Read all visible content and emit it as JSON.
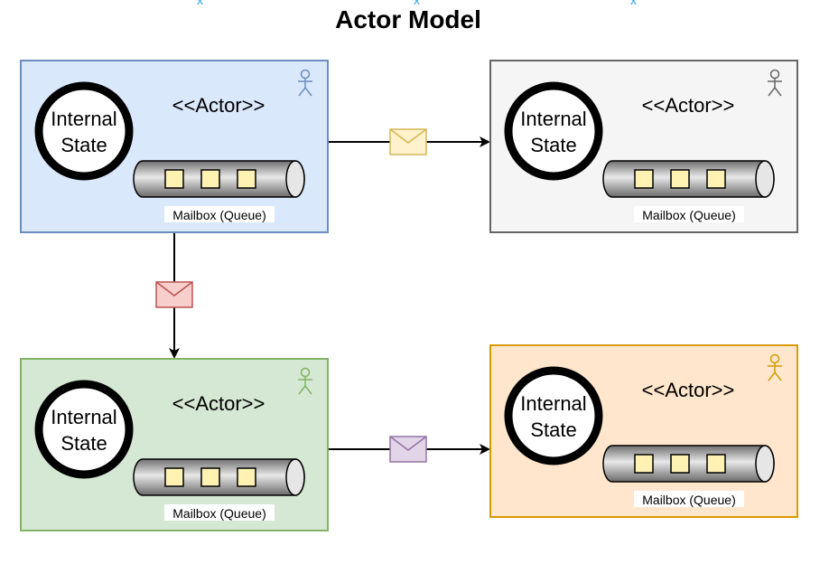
{
  "title": "Actor Model",
  "actor_label": "<<Actor>>",
  "state_line1": "Internal",
  "state_line2": "State",
  "mailbox_label": "Mailbox (Queue)",
  "actors": [
    {
      "id": "actor-1",
      "fill": "#dae8fc",
      "stroke": "#6c8ebf"
    },
    {
      "id": "actor-2",
      "fill": "#f5f5f5",
      "stroke": "#666666"
    },
    {
      "id": "actor-3",
      "fill": "#d5e8d4",
      "stroke": "#82b366"
    },
    {
      "id": "actor-4",
      "fill": "#ffe6cc",
      "stroke": "#d79b00"
    }
  ],
  "messages": [
    {
      "from": "actor-1",
      "to": "actor-2",
      "fill": "#fff2cc",
      "stroke": "#d6b656"
    },
    {
      "from": "actor-1",
      "to": "actor-3",
      "fill": "#f8cecc",
      "stroke": "#b85450"
    },
    {
      "from": "actor-3",
      "to": "actor-4",
      "fill": "#e1d5e7",
      "stroke": "#9673a6"
    }
  ],
  "colors": {
    "queue_item": "#fff2b3",
    "queue_item_stroke": "#000000",
    "state_ring": "#000000"
  }
}
